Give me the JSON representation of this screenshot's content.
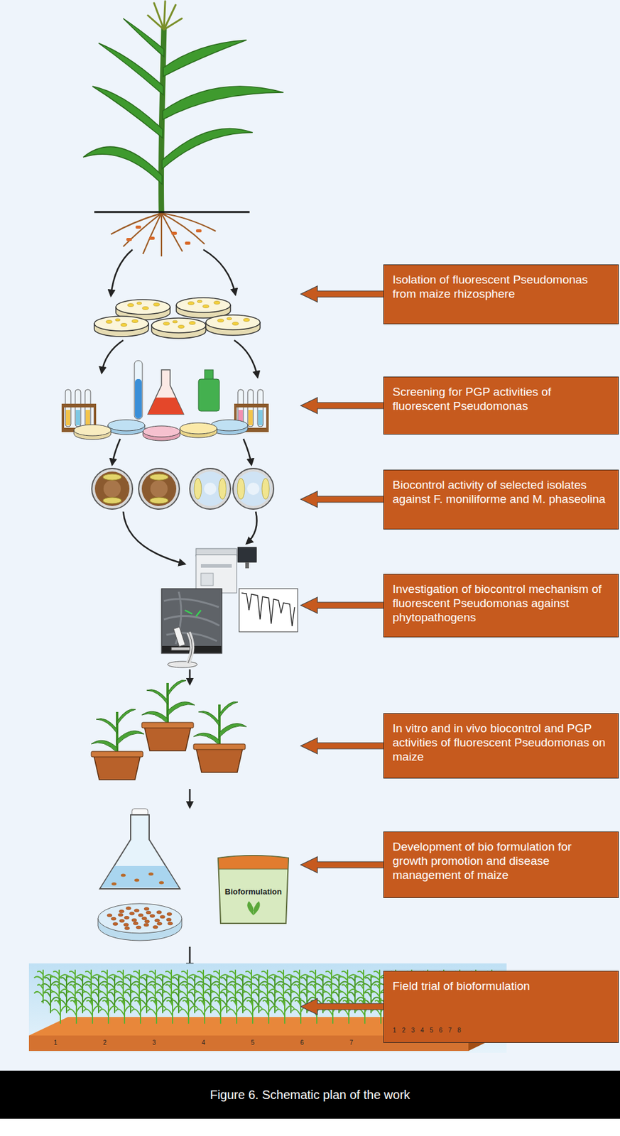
{
  "diagram": {
    "caption": "Figure 6. Schematic plan of the work",
    "nodes": [
      {
        "text": [
          "Isolation of fluorescent Pseudomonas from maize rhizosphere"
        ]
      },
      {
        "text": [
          "Screening for PGP activities of fluorescent Pseudomonas"
        ]
      },
      {
        "text": [
          "Biocontrol activity of selected isolates against F. moniliforme and M. phaseolina"
        ]
      },
      {
        "text": [
          "Investigation of biocontrol mechanism of fluorescent Pseudomonas against phytopathogens"
        ]
      },
      {
        "text": [
          "In vitro and in vivo biocontrol and PGP activities of fluorescent Pseudomonas on maize"
        ]
      },
      {
        "text": [
          "Development of bio formulation for growth promotion and disease management of maize"
        ]
      },
      {
        "text": [
          "Field trial of bioformulation"
        ]
      }
    ],
    "labels": [
      "Bioformulation",
      "1",
      "2",
      "3",
      "4",
      "5",
      "6",
      "7",
      "1",
      "2",
      "3",
      "4",
      "5",
      "6",
      "7",
      "8"
    ]
  }
}
